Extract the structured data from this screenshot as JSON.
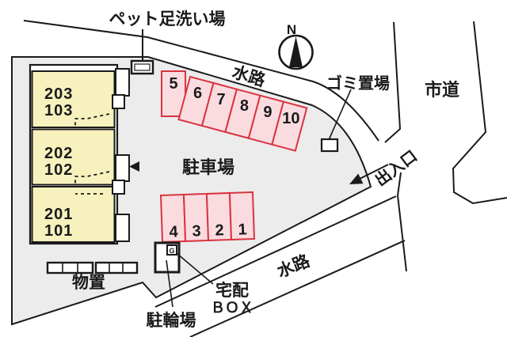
{
  "labels": {
    "pet_wash_station": "ペット足洗い場",
    "waterway_top": "水路",
    "waterway_bottom": "水路",
    "garbage_area": "ゴミ置場",
    "city_road": "市道",
    "entrance_exit": "出入口",
    "parking_lot": "駐車場",
    "storage": "物置",
    "bicycle_parking": "駐輪場",
    "delivery_box_line1": "宅配",
    "delivery_box_line2": "ＢＯＸ",
    "compass_north": "N",
    "delivery_box_mark": "G"
  },
  "building": {
    "rooms": [
      {
        "upper": "203",
        "lower": "103"
      },
      {
        "upper": "202",
        "lower": "102"
      },
      {
        "upper": "201",
        "lower": "101"
      }
    ]
  },
  "parking": {
    "top_row_spaces": [
      "5",
      "6",
      "7",
      "8",
      "9",
      "10"
    ],
    "bottom_row_spaces": [
      "4",
      "3",
      "2",
      "1"
    ]
  },
  "colors": {
    "site_fill": "#ececec",
    "room_fill": "#f7f2bd",
    "parking_fill": "#fadce0",
    "parking_border": "#d9333f",
    "line": "#1a1a1a"
  }
}
